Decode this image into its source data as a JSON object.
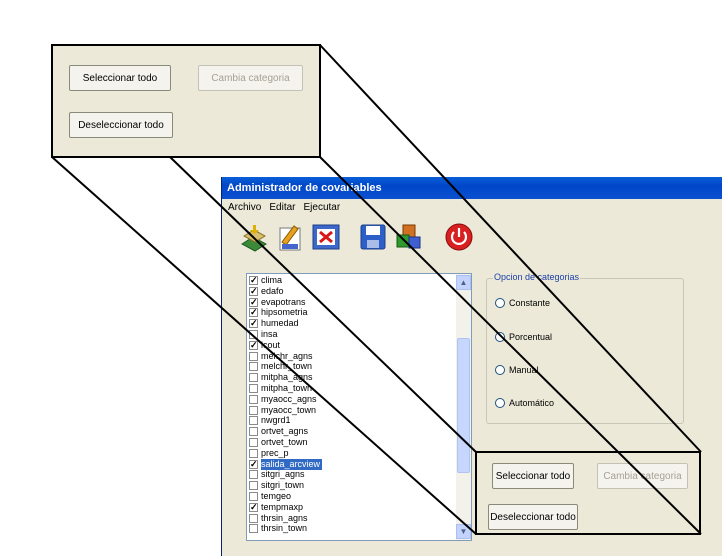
{
  "zoom_callout": {
    "select_all_label": "Seleccionar todo",
    "change_category_label": "Cambia categoria",
    "deselect_all_label": "Deseleccionar todo"
  },
  "window": {
    "title": "Administrador de covariables",
    "menu": [
      "Archivo",
      "Editar",
      "Ejecutar"
    ],
    "toolbar_icons": [
      "add-layer-icon",
      "edit-ascii-icon",
      "delete-icon",
      "save-icon",
      "run-model-icon",
      "power-icon"
    ],
    "list_items": [
      {
        "label": "clima",
        "checked": true,
        "selected": false
      },
      {
        "label": "edafo",
        "checked": true,
        "selected": false
      },
      {
        "label": "evapotrans",
        "checked": true,
        "selected": false
      },
      {
        "label": "hipsometria",
        "checked": true,
        "selected": false
      },
      {
        "label": "humedad",
        "checked": true,
        "selected": false
      },
      {
        "label": "insa",
        "checked": false,
        "selected": false
      },
      {
        "label": "lcout",
        "checked": true,
        "selected": false
      },
      {
        "label": "melchr_agns",
        "checked": false,
        "selected": false
      },
      {
        "label": "melchr_town",
        "checked": false,
        "selected": false
      },
      {
        "label": "mitpha_agns",
        "checked": false,
        "selected": false
      },
      {
        "label": "mitpha_town",
        "checked": false,
        "selected": false
      },
      {
        "label": "myaocc_agns",
        "checked": false,
        "selected": false
      },
      {
        "label": "myaocc_town",
        "checked": false,
        "selected": false
      },
      {
        "label": "nwgrd1",
        "checked": false,
        "selected": false
      },
      {
        "label": "ortvet_agns",
        "checked": false,
        "selected": false
      },
      {
        "label": "ortvet_town",
        "checked": false,
        "selected": false
      },
      {
        "label": "prec_p",
        "checked": false,
        "selected": false
      },
      {
        "label": "salida_arcview",
        "checked": true,
        "selected": true
      },
      {
        "label": "sitgri_agns",
        "checked": false,
        "selected": false
      },
      {
        "label": "sitgri_town",
        "checked": false,
        "selected": false
      },
      {
        "label": "temgeo",
        "checked": false,
        "selected": false
      },
      {
        "label": "tempmaxp",
        "checked": true,
        "selected": false
      },
      {
        "label": "thrsin_agns",
        "checked": false,
        "selected": false
      },
      {
        "label": "thrsin_town",
        "checked": false,
        "selected": false
      }
    ],
    "category_group": {
      "title": "Opcion de categorias",
      "options": [
        "Constante",
        "Porcentual",
        "Manual",
        "Automático"
      ]
    },
    "select_all_label": "Seleccionar todo",
    "change_category_label": "Cambia categoria",
    "deselect_all_label": "Deseleccionar todo"
  }
}
